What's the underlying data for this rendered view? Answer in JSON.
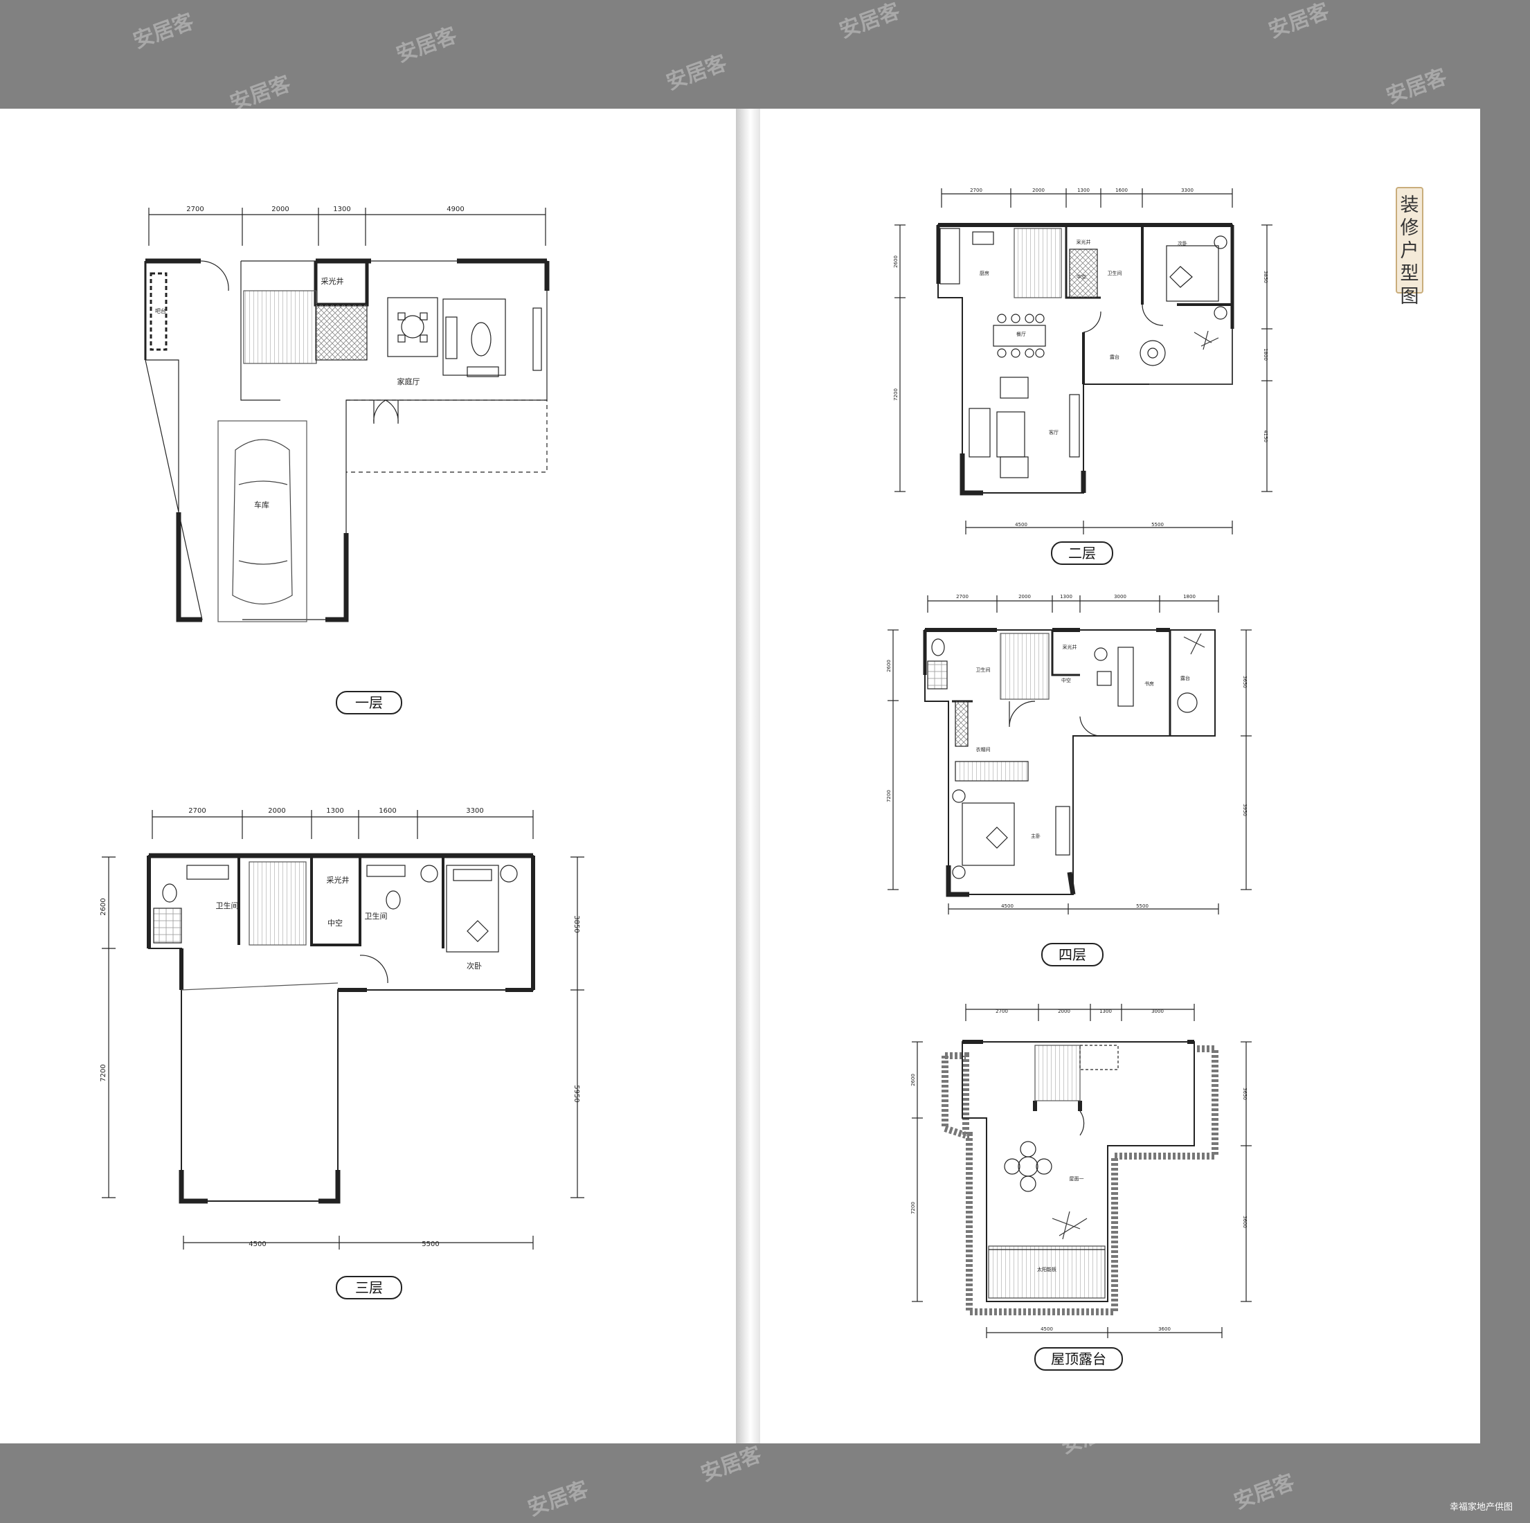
{
  "watermark": "安居客",
  "side_title": "装修户型图",
  "credit": "幸福家地产供图",
  "floors": {
    "f1": {
      "label": "一层",
      "dims_top": [
        "2700",
        "2000",
        "1300",
        "4900"
      ],
      "rooms": {
        "skylight": "采光井",
        "family_hall": "家庭厅",
        "garage": "车库",
        "side": "吧台"
      }
    },
    "f2": {
      "label": "二层",
      "dims_top": [
        "2700",
        "2000",
        "1300",
        "1600",
        "3300"
      ],
      "dims_bottom": [
        "4500",
        "5500"
      ],
      "dims_left": [
        "2600",
        "7200"
      ],
      "dims_right": [
        "3850",
        "1800",
        "4150"
      ],
      "rooms": {
        "kitchen": "厨房",
        "skylight": "采光井",
        "void": "中空",
        "bath": "卫生间",
        "bedroom2": "次卧",
        "dining": "餐厅",
        "terrace": "露台",
        "living": "客厅"
      }
    },
    "f3": {
      "label": "三层",
      "dims_top": [
        "2700",
        "2000",
        "1300",
        "1600",
        "3300"
      ],
      "dims_bottom": [
        "4500",
        "5500"
      ],
      "dims_left": [
        "2600",
        "7200"
      ],
      "dims_right": [
        "3850",
        "5950"
      ],
      "rooms": {
        "bath1": "卫生间",
        "skylight": "采光井",
        "void": "中空",
        "bath2": "卫生间",
        "bedroom2": "次卧"
      }
    },
    "f4": {
      "label": "四层",
      "dims_top": [
        "2700",
        "2000",
        "1300",
        "3000",
        "1800"
      ],
      "dims_bottom": [
        "4500",
        "5500"
      ],
      "dims_left": [
        "2600",
        "7200"
      ],
      "dims_right": [
        "3650",
        "3950"
      ],
      "rooms": {
        "bath": "卫生间",
        "skylight": "采光井",
        "void": "中空",
        "study": "书房",
        "terrace": "露台",
        "closet": "衣帽间",
        "master": "主卧"
      }
    },
    "roof": {
      "label": "屋顶露台",
      "dims_top": [
        "2700",
        "2000",
        "1300",
        "3000"
      ],
      "dims_bottom": [
        "4500",
        "3600"
      ],
      "dims_left": [
        "2600",
        "7200"
      ],
      "dims_right": [
        "3650",
        "3600"
      ],
      "rooms": {
        "roof_terrace": "屋面一",
        "solar": "太阳能板"
      }
    }
  }
}
